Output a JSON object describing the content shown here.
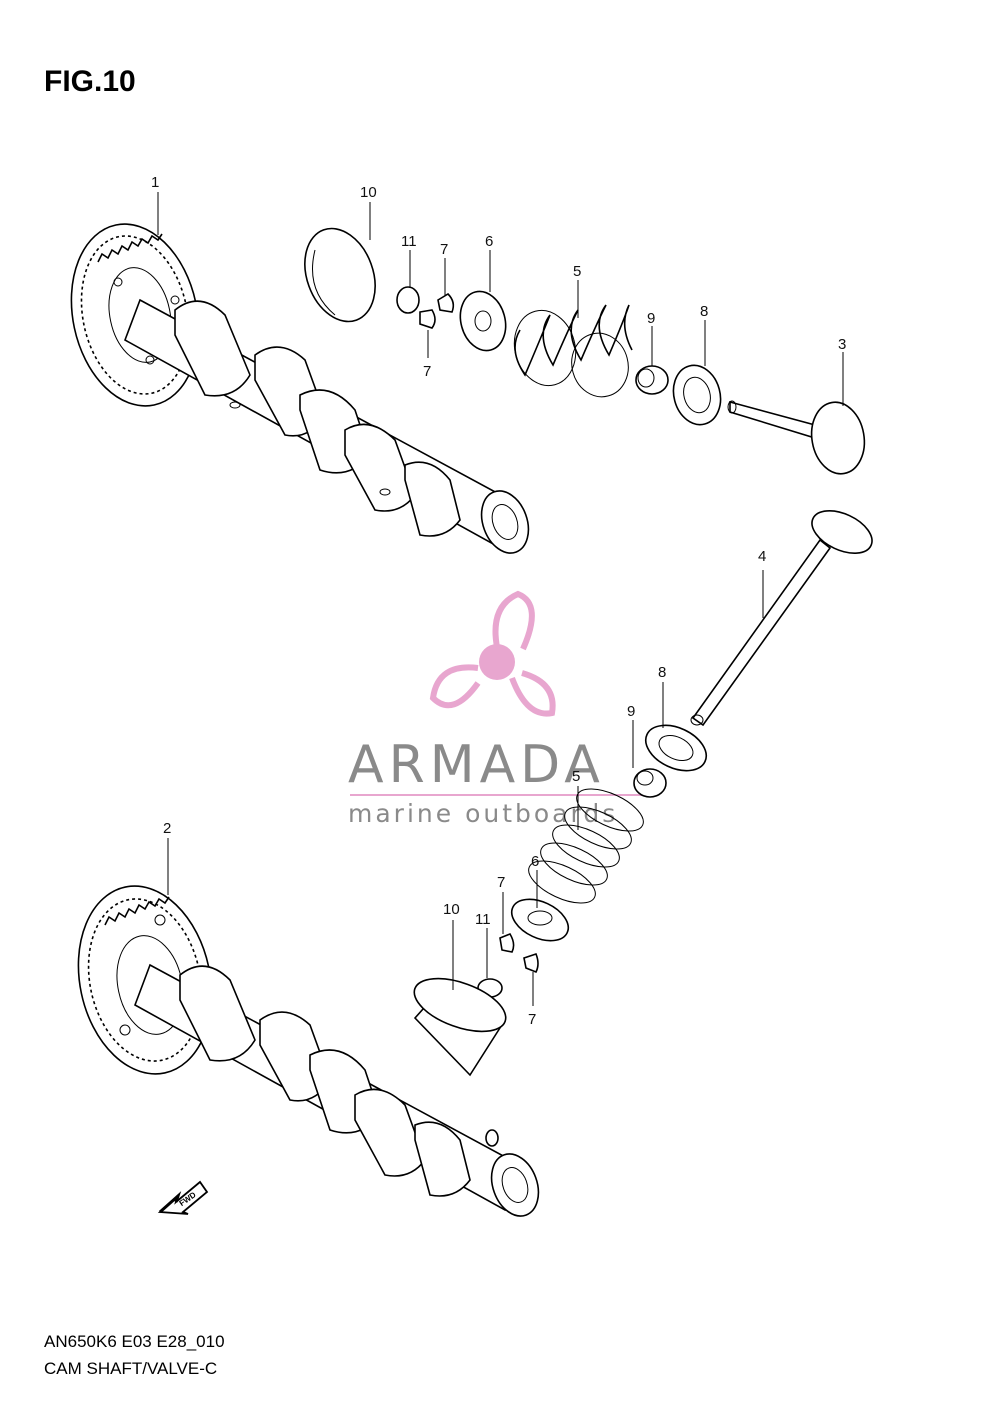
{
  "figure": {
    "title": "FIG.10",
    "code": "AN650K6 E03 E28_010",
    "caption": "CAM SHAFT/VALVE-C"
  },
  "fwd_label": "FWD",
  "watermark": {
    "brand": "ARMADA",
    "tagline": "marine outboards",
    "logo_color": "#e8a6cf",
    "text_color": "#8a8a8a"
  },
  "callouts": {
    "c1": "1",
    "c2": "2",
    "c3": "3",
    "c4": "4",
    "c5a": "5",
    "c5b": "5",
    "c6a": "6",
    "c6b": "6",
    "c7a": "7",
    "c7b": "7",
    "c7c": "7",
    "c7d": "7",
    "c8a": "8",
    "c8b": "8",
    "c9a": "9",
    "c9b": "9",
    "c10a": "10",
    "c10b": "10",
    "c11a": "11",
    "c11b": "11"
  }
}
